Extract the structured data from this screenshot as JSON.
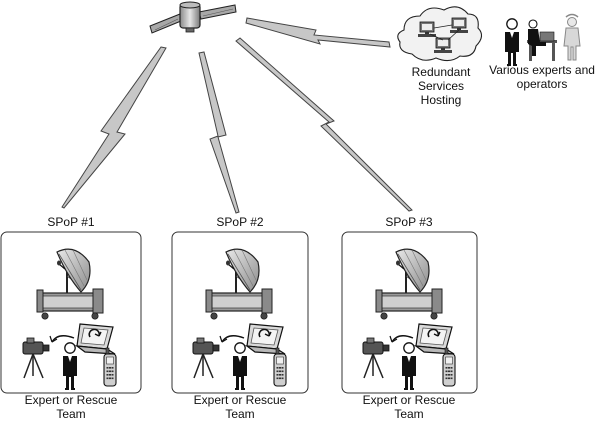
{
  "hosting": {
    "label_lines": [
      "Redundant",
      "Services",
      "Hosting"
    ]
  },
  "experts": {
    "label_lines": [
      "Various experts and",
      "operators"
    ]
  },
  "spops": [
    {
      "title": "SPoP #1",
      "team_lines": [
        "Expert or Rescue",
        "Team"
      ]
    },
    {
      "title": "SPoP #2",
      "team_lines": [
        "Expert or Rescue",
        "Team"
      ]
    },
    {
      "title": "SPoP #3",
      "team_lines": [
        "Expert or Rescue",
        "Team"
      ]
    }
  ]
}
